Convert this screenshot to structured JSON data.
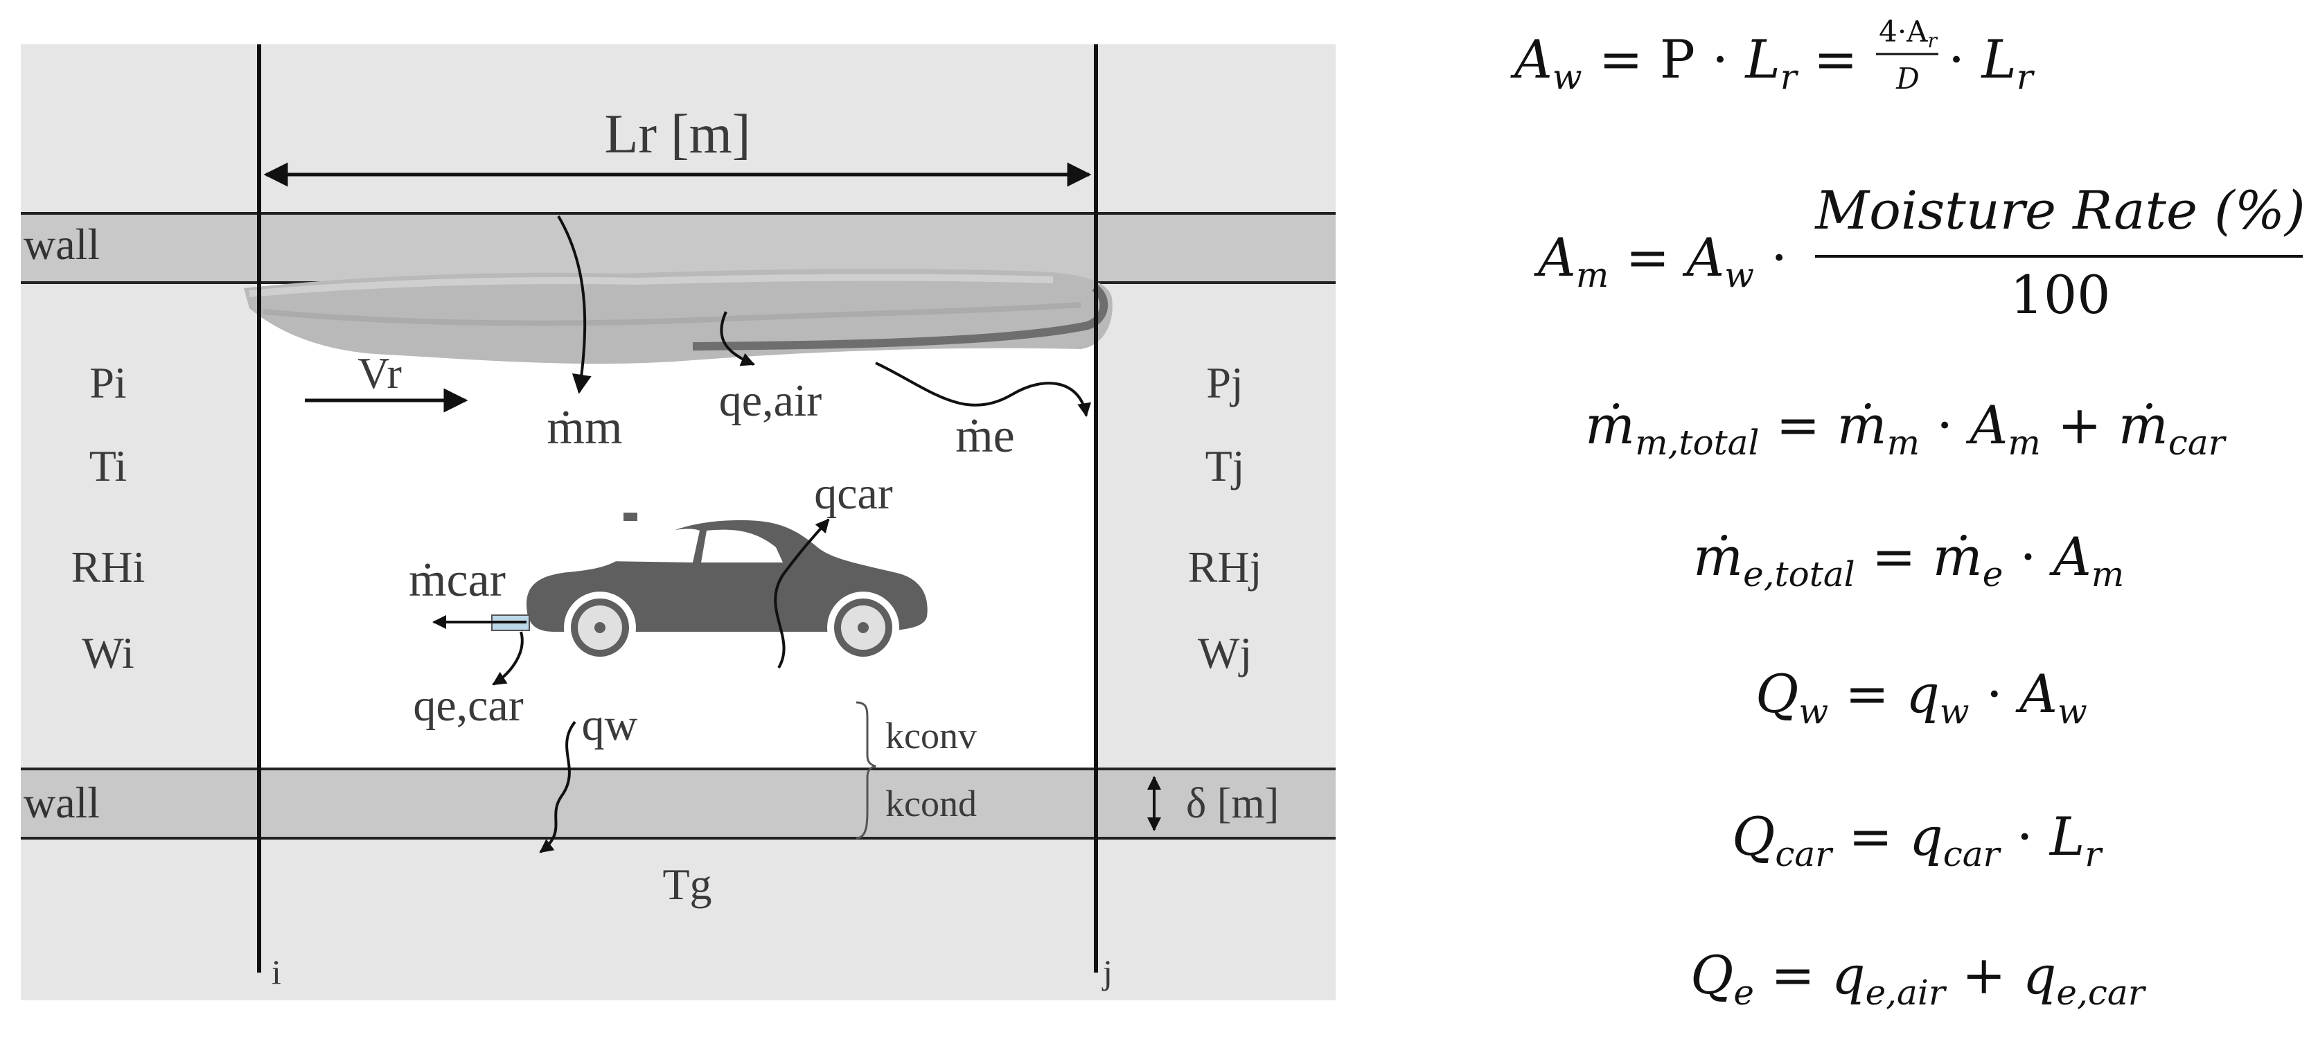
{
  "diagram": {
    "span_label": "Lr [m]",
    "walls": {
      "top_label": "wall",
      "bottom_label": "wall",
      "thickness_label": "δ [m]"
    },
    "inlet": {
      "node": "i",
      "pressure": "Pi",
      "temperature": "Ti",
      "humidity": "RHi",
      "humidity_ratio": "Wi"
    },
    "outlet": {
      "node": "j",
      "pressure": "Pj",
      "temperature": "Tj",
      "humidity": "RHj",
      "humidity_ratio": "Wj"
    },
    "flows": {
      "velocity": "Vr",
      "moisture_mass": "ṁm",
      "evaporation_mass": "ṁe",
      "car_mass": "ṁcar",
      "evap_heat_air": "qe,air",
      "evap_heat_car": "qe,car",
      "car_heat": "qcar",
      "wall_heat": "qw"
    },
    "resistances": {
      "convection": "kconv",
      "conduction": "kcond"
    },
    "ground_temperature": "Tg"
  },
  "equations": [
    "A_w = P · L_r = 4·A_r / D · L_r",
    "A_m = A_w · Moisture Rate (%) / 100",
    "ṁ_m,total = ṁ_m · A_m + ṁ_car",
    "ṁ_e,total = ṁ_e · A_m",
    "Q_w = q_w · A_w",
    "Q_car = q_car · L_r",
    "Q_e = q_e,air + q_e,car"
  ],
  "equation_text": {
    "moisture_rate": "Moisture Rate (%)",
    "hundred": "100",
    "four_ar": "4·A",
    "d": "D"
  },
  "colors": {
    "tunnel_bg": "#e6e6e6",
    "wall": "#c8c8c8",
    "lines": "#111111",
    "car": "#5f5f5f",
    "moisture": "#9a9a9a"
  }
}
